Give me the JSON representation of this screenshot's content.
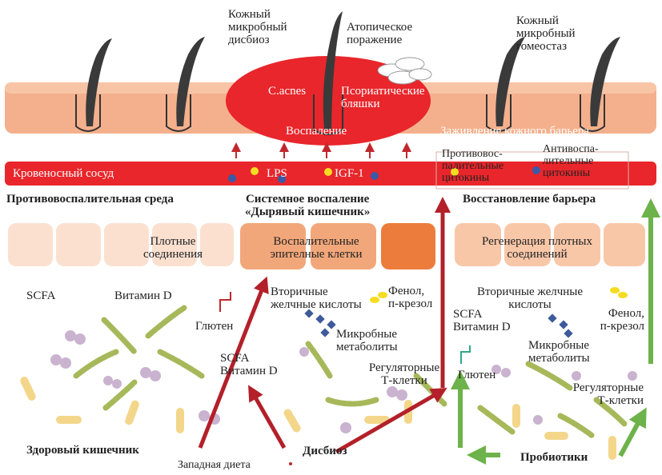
{
  "skin": {
    "dysbiosis_label": "Кожный\nмикробный\nдисбиоз",
    "atopic_label": "Атопическое\nпоражение",
    "homeostasis_label": "Кожный\nмикробный\nгомеостаз",
    "cacnes_label": "C.acnes",
    "psoriatic_label": "Псориатические\nбляшки",
    "inflammation_label": "Воспаление",
    "healing_label": "Заживление кожного барьера"
  },
  "vessel": {
    "label": "Кровеносный сосуд",
    "lps_label": "LPS",
    "igf_label": "IGF-1",
    "antiinflam_cytokines_left": "Противовос-\nпалительные\nцитокины",
    "antiinflam_cytokines_right": "Антивоспа-\nлительные\nцитокины"
  },
  "headings": {
    "left": "Противовоспалительная среда",
    "center": "Системное воспаление\n«Дырявый кишечник»",
    "right": "Восстановление барьера"
  },
  "gut": {
    "tight_junctions": "Плотные\nсоединения",
    "inflam_epithelial": "Воспалительные\nэпителные клетки",
    "regeneration": "Регенерация плотных\nсоединений",
    "scfa": "SCFA",
    "vitamin_d": "Витамин D",
    "gluten_center": "Глютен",
    "secondary_bile_center": "Вторичные\nжелчные кислоты",
    "phenol_center": "Фенол,\nп-крезол",
    "microbial_metabolites_center": "Микробные\nметаболиты",
    "scfa_vitd_center": "SCFA\nВитамин D",
    "treg_center": "Регуляторные\nТ-клетки",
    "secondary_bile_right": "Вторичные желчные\nкислоты",
    "phenol_right": "Фенол,\nп-крезол",
    "scfa_vitd_right": "SCFA\nВитамин D",
    "microbial_metabolites_right": "Микробные\nметаболиты",
    "gluten_right": "Глютен",
    "treg_right": "Регуляторные\nТ-клетки"
  },
  "bottom": {
    "healthy_gut": "Здоровый кишечник",
    "western_diet": "Западная диета",
    "dysbiosis": "Дисбиоз",
    "probiotics": "Пробиотики"
  },
  "colors": {
    "skin_band": "#f4b08c",
    "inflamed_zone": "#e8262b",
    "vessel": "#e8262b",
    "hair": "#3a3a3a",
    "epithelial_light": "#fbe0d0",
    "epithelial_mid": "#f2a77a",
    "epithelial_dark": "#ec7c3c",
    "arrow_red": "#b3202a",
    "arrow_green": "#6db24a",
    "bacteria_green": "#a7b85a",
    "bacteria_yellow": "#f3d68a",
    "bacteria_purple": "#c9b3cf",
    "metabolite_blue": "#3d5a9a",
    "dot_yellow": "#f5dc23",
    "dot_blue": "#3a5aa8"
  }
}
